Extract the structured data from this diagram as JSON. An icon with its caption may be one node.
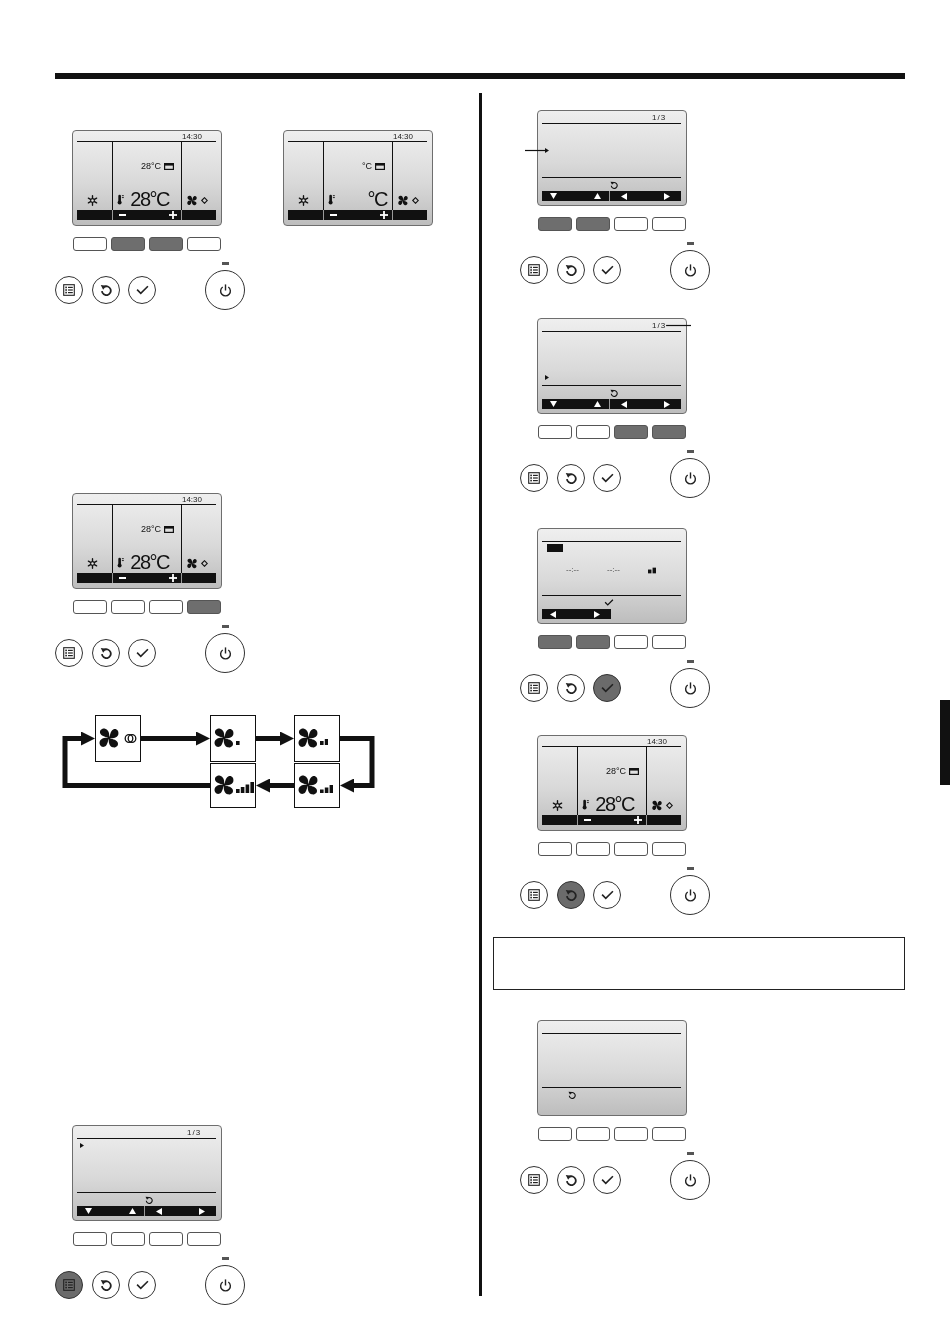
{
  "diagram": {
    "nodes": [
      {
        "text": [
          "14:30",
          "28°C",
          "28°C"
        ]
      },
      {
        "text": [
          "14:30",
          "°C",
          "°C"
        ]
      },
      {
        "text": [
          "14:30",
          "28°C",
          "28°C"
        ]
      },
      {
        "text": [],
        "shape": "box"
      },
      {
        "text": [],
        "shape": "box"
      },
      {
        "text": [],
        "shape": "box"
      },
      {
        "text": [],
        "shape": "box"
      },
      {
        "text": [],
        "shape": "box"
      },
      {
        "text": [
          "1/3"
        ]
      },
      {
        "text": [
          "1/3"
        ]
      },
      {
        "text": [],
        "shape": "triangle",
        "in": 9
      },
      {
        "text": [],
        "shape": "box"
      },
      {
        "text": [
          "1/3"
        ],
        "in": 11
      },
      {
        "text": [
          "--:--",
          "--:--"
        ]
      },
      {
        "text": [
          "14:30",
          "28°C",
          "28°C"
        ]
      },
      {
        "text": [],
        "shape": "box"
      }
    ],
    "edges": [
      {
        "from": 3,
        "to": 4,
        "arrow": "to"
      },
      {
        "from": 4,
        "to": 5,
        "arrow": "to"
      },
      {
        "from": 5,
        "to": 7,
        "arrow": "to"
      },
      {
        "from": 7,
        "to": 6,
        "arrow": "to"
      },
      {
        "from": 6,
        "to": 3,
        "arrow": "to"
      },
      {
        "from": null,
        "to": 10,
        "arrow": "none"
      },
      {
        "from": 12,
        "to": null,
        "arrow": "none"
      }
    ]
  }
}
